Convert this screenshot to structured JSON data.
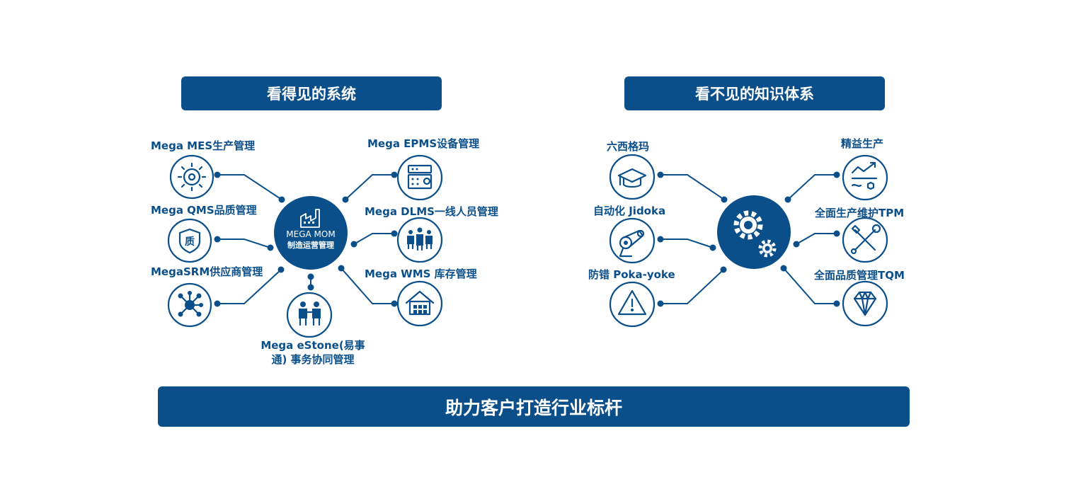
{
  "left_panel": {
    "title": "看得见的系统",
    "hub": {
      "line1": "MEGA MOM",
      "line2": "制造运营管理"
    },
    "nodes": [
      {
        "label": "Mega MES生产管理",
        "icon": "gear-cycle-icon"
      },
      {
        "label": "Mega QMS品质管理",
        "icon": "quality-shield-icon"
      },
      {
        "label": "MegaSRM供应商管理",
        "icon": "network-hub-icon"
      },
      {
        "label": "Mega EPMS设备管理",
        "icon": "equipment-machine-icon"
      },
      {
        "label": "Mega DLMS一线人员管理",
        "icon": "workforce-people-icon"
      },
      {
        "label": "Mega WMS 库存管理",
        "icon": "warehouse-icon"
      },
      {
        "label": "Mega eStone(易事通) 事务协同管理",
        "icon": "collaboration-people-icon"
      }
    ]
  },
  "right_panel": {
    "title": "看不见的知识体系",
    "hub": {
      "icon": "gears-icon"
    },
    "nodes": [
      {
        "label": "六西格玛",
        "icon": "graduation-cap-icon"
      },
      {
        "label": "自动化 Jidoka",
        "icon": "robot-arm-icon"
      },
      {
        "label": "防错 Poka-yoke",
        "icon": "warning-triangle-icon"
      },
      {
        "label": "精益生产",
        "icon": "lean-chart-icon"
      },
      {
        "label": "全面生产维护TPM",
        "icon": "tools-icon"
      },
      {
        "label": "全面品质管理TQM",
        "icon": "diamond-icon"
      }
    ]
  },
  "footer": {
    "text": "助力客户打造行业标杆"
  },
  "colors": {
    "brand": "#0b4f8a",
    "background": "#ffffff"
  }
}
